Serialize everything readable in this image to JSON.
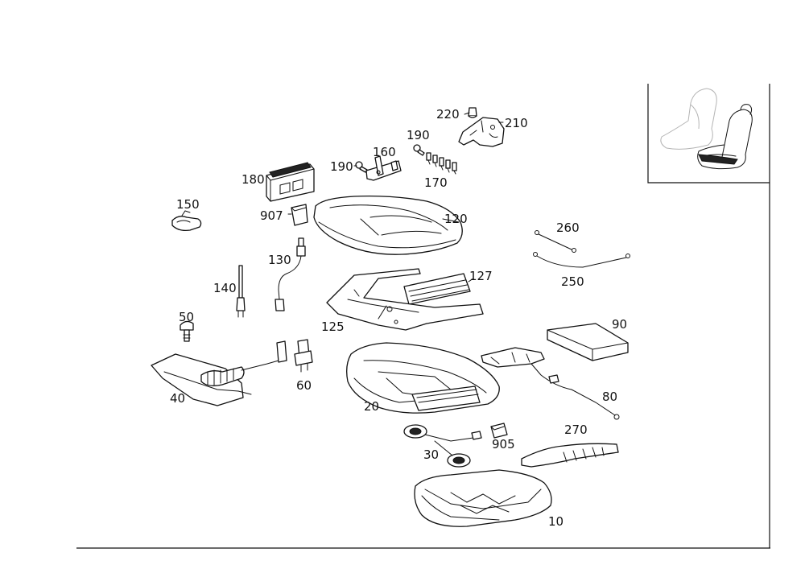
{
  "labels": {
    "p220": "220",
    "p210": "210",
    "p190a": "190",
    "p160": "160",
    "p190b": "190",
    "p170": "170",
    "p180": "180",
    "p907": "907",
    "p150": "150",
    "p120": "120",
    "p130": "130",
    "p260": "260",
    "p250": "250",
    "p140": "140",
    "p127": "127",
    "p125": "125",
    "p90": "90",
    "p50": "50",
    "p60": "60",
    "p40": "40",
    "p20": "20",
    "p80": "80",
    "p270": "270",
    "p905": "905",
    "p30": "30",
    "p10": "10"
  },
  "colors": {
    "line": "#111111",
    "inset_line": "#b4b4b4",
    "background": "#ffffff"
  },
  "inset": {
    "icon": "seat-overview-icon"
  }
}
